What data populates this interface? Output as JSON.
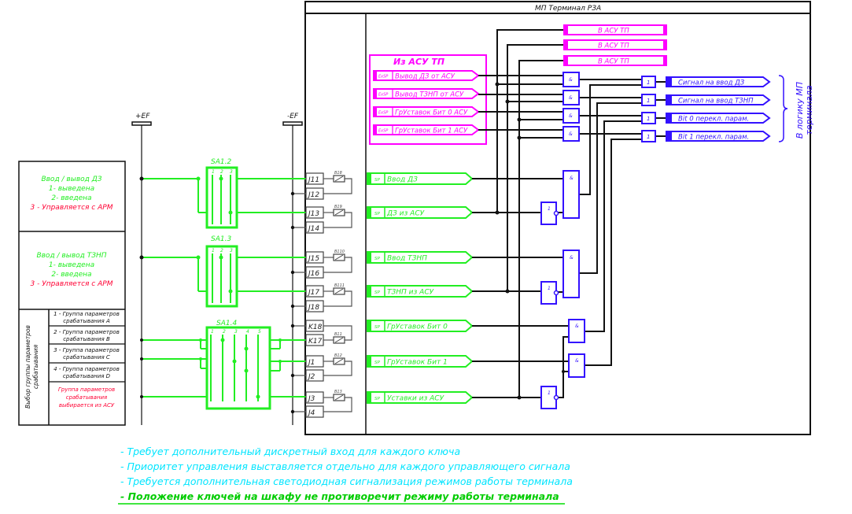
{
  "terminal": {
    "title": "МП Терминал РЗА"
  },
  "bus": {
    "plus_label": "+EF",
    "minus_label": "-EF"
  },
  "asu_in_block": {
    "title": "Из АСУ ТП",
    "tag": "ExSP",
    "signals": [
      "Вывод ДЗ от АСУ",
      "Вывод ТЗНП от АСУ",
      "ГрУставок Бит 0 АСУ",
      "ГрУставок Бит 1 АСУ"
    ]
  },
  "asu_out": {
    "labels": [
      "В АСУ ТП",
      "В АСУ ТП",
      "В АСУ ТП"
    ]
  },
  "outputs": {
    "signals": [
      "Сигнал на ввод ДЗ",
      "Сигнал на ввод ТЗНП",
      "Bit 0 перекл. парам.",
      "Bit 1 перекл. парам."
    ],
    "brace_label_line1": "В логику МП",
    "brace_label_line2": "терминала"
  },
  "gates": {
    "and_symbol": "&",
    "or_symbol": "1",
    "not_symbol": "1"
  },
  "sp_inputs": {
    "tag": "SP",
    "signals": [
      "Ввод ДЗ",
      "ДЗ из АСУ",
      "Ввод ТЗНП",
      "ТЗНП из АСУ",
      "ГрУставок Бит 0",
      "ГрУставок Бит 1",
      "Уставки из АСУ"
    ]
  },
  "terminals": {
    "labels": [
      "J11",
      "J12",
      "J13",
      "J14",
      "J15",
      "J16",
      "J17",
      "J18",
      "K18",
      "K17",
      "J1",
      "J2",
      "J3",
      "J4"
    ],
    "inputs": [
      "B18",
      "B19",
      "B110",
      "B111",
      "B11",
      "B12",
      "B13"
    ]
  },
  "switches": {
    "sa12": {
      "name": "SA1.2",
      "positions": [
        "1",
        "2",
        "3"
      ]
    },
    "sa13": {
      "name": "SA1.3",
      "positions": [
        "1",
        "2",
        "3"
      ]
    },
    "sa14": {
      "name": "SA1.4",
      "positions": [
        "1",
        "2",
        "3",
        "4",
        "5"
      ]
    }
  },
  "legend_table": {
    "dz": {
      "title": "Ввод / вывод ДЗ",
      "line1": "1- выведена",
      "line2": "2- введена",
      "line3": "3 -  Управляется с АРМ"
    },
    "tznp": {
      "title": "Ввод / вывод ТЗНП",
      "line1": "1- выведена",
      "line2": "2- введена",
      "line3": "3 -  Управляется с АРМ"
    },
    "group": {
      "side_label_1": "Выбор группы параметров",
      "side_label_2": "срабатывания",
      "rows": [
        [
          "1 - Группа параметров",
          "срабатывания  A"
        ],
        [
          "2 - Группа параметров",
          "срабатывания  B"
        ],
        [
          "3 - Группа параметров",
          "срабатывания  C"
        ],
        [
          "4 - Группа параметров",
          "срабатывания  D"
        ]
      ],
      "asu_row": [
        "Группа параметров",
        "срабатывания",
        "выбирается из АСУ"
      ]
    }
  },
  "notes": {
    "lines": [
      "- Требует дополнительный дискретный вход для каждого ключа",
      "- Приоритет управления выставляется отдельно для каждого управляющего сигнала",
      "- Требуется дополнительная светодиодная сигнализация режимов работы терминала"
    ],
    "highlight": "- Положение ключей на шкафу не противоречит режиму работы терминала"
  },
  "colors": {
    "green": "#22ee22",
    "magenta": "#ff00ff",
    "blue": "#3311ff",
    "red": "#ff0033",
    "cyan": "#00e5ff",
    "black": "#111111"
  }
}
